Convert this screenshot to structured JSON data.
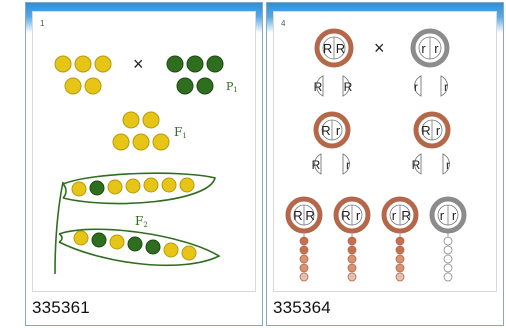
{
  "cards": [
    {
      "id": "335361",
      "panel_number": "1",
      "labels": {
        "p1": "P",
        "p1_sub": "1",
        "f1": "F",
        "f1_sub": "1",
        "f2": "F",
        "f2_sub": "2"
      },
      "cross_symbol": "×"
    },
    {
      "id": "335364",
      "panel_number": "4",
      "cross_symbol": "×",
      "alleles": {
        "parent_dominant": [
          "R",
          "R"
        ],
        "parent_recessive": [
          "r",
          "r"
        ],
        "gametes_dominant": [
          "R",
          "R"
        ],
        "gametes_recessive": [
          "r",
          "r"
        ],
        "f1_left": [
          "R",
          "r"
        ],
        "f1_right": [
          "R",
          "r"
        ],
        "f1_left_gametes": [
          "R",
          "r"
        ],
        "f1_right_gametes": [
          "R",
          "r"
        ],
        "f2": [
          [
            "R",
            "R"
          ],
          [
            "R",
            "r"
          ],
          [
            "r",
            "R"
          ],
          [
            "r",
            "r"
          ]
        ]
      }
    }
  ],
  "colors": {
    "yellow_pea": "#e6c516",
    "green_pea": "#2f6d1f",
    "pod_outline": "#2f6d1f",
    "dominant_ring": "#b5674a",
    "recessive_ring": "#8c8c8c",
    "header_blue": "#2f8fd6"
  }
}
